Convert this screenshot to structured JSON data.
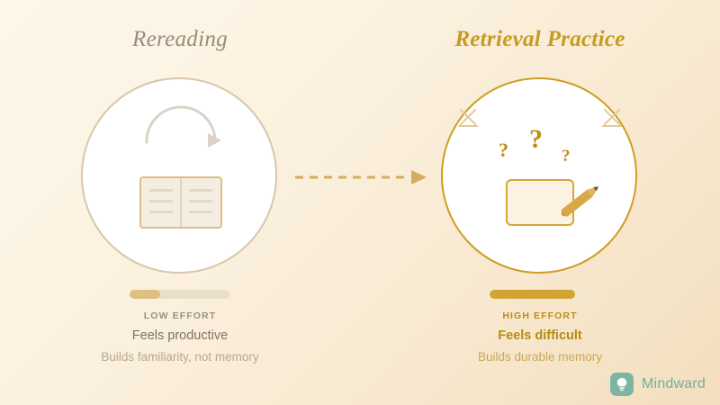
{
  "background": {
    "gradient_from": "#FDF7EA",
    "gradient_to": "#F3DFBE"
  },
  "left_panel": {
    "title": "Rereading",
    "title_color": "#9A8B79",
    "circle_border_color": "#D9C6AC",
    "icons": {
      "repeat": "repeat-arrow-icon",
      "main": "open-book-icon"
    },
    "meter": {
      "label": "LOW EFFORT",
      "fill_percent": 30,
      "fill_color": "#DDC181",
      "track_color": "#EADFCB"
    },
    "caption_primary": "Feels productive",
    "caption_secondary": "Builds familiarity, not memory"
  },
  "right_panel": {
    "title": "Retrieval Practice",
    "title_color": "#C79A22",
    "circle_border_color": "#CE9D24",
    "icons": {
      "main": "note-card-with-pencil-icon",
      "sparks": [
        "spark-icon",
        "spark-icon"
      ]
    },
    "question_marks": [
      "?",
      "?",
      "?"
    ],
    "meter": {
      "label": "HIGH EFFORT",
      "fill_percent": 85,
      "fill_color": "#D1A433",
      "track_color": "#F3E6CE"
    },
    "caption_primary": "Feels difficult",
    "caption_secondary": "Builds durable memory"
  },
  "flow": {
    "icon": "dashed-arrow-right-icon",
    "color": "#D3AC60"
  },
  "logo": {
    "name": "Mindward",
    "icon": "lightbulb-icon",
    "mark_color": "#7DB5A3",
    "text_color": "#74AE9B"
  }
}
